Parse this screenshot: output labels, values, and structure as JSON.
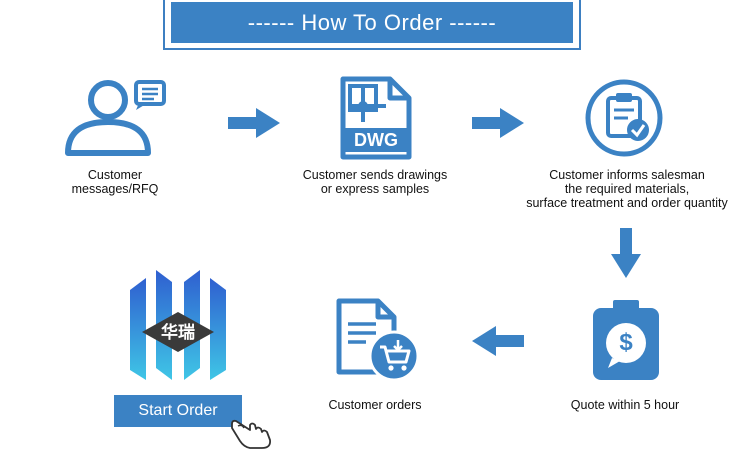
{
  "banner": {
    "title": "------  How To Order  ------"
  },
  "steps": [
    {
      "label": "Customer\nmessages/RFQ",
      "icon": "customer-message-icon"
    },
    {
      "label": "Customer sends drawings\nor express samples",
      "icon": "dwg-file-icon",
      "badge": "DWG"
    },
    {
      "label": "Customer informs salesman\nthe required materials,\nsurface treatment and order quantity",
      "icon": "clipboard-check-icon"
    },
    {
      "label": "Quote within 5 hour",
      "icon": "dollar-clipboard-icon",
      "symbol": "$"
    },
    {
      "label": "Customer orders",
      "icon": "order-cart-icon"
    }
  ],
  "logo": {
    "text": "华瑞",
    "icon": "company-logo-icon"
  },
  "start_button": {
    "label": "Start Order"
  },
  "colors": {
    "accent": "#3b82c4",
    "text": "#111111",
    "background": "#ffffff"
  }
}
